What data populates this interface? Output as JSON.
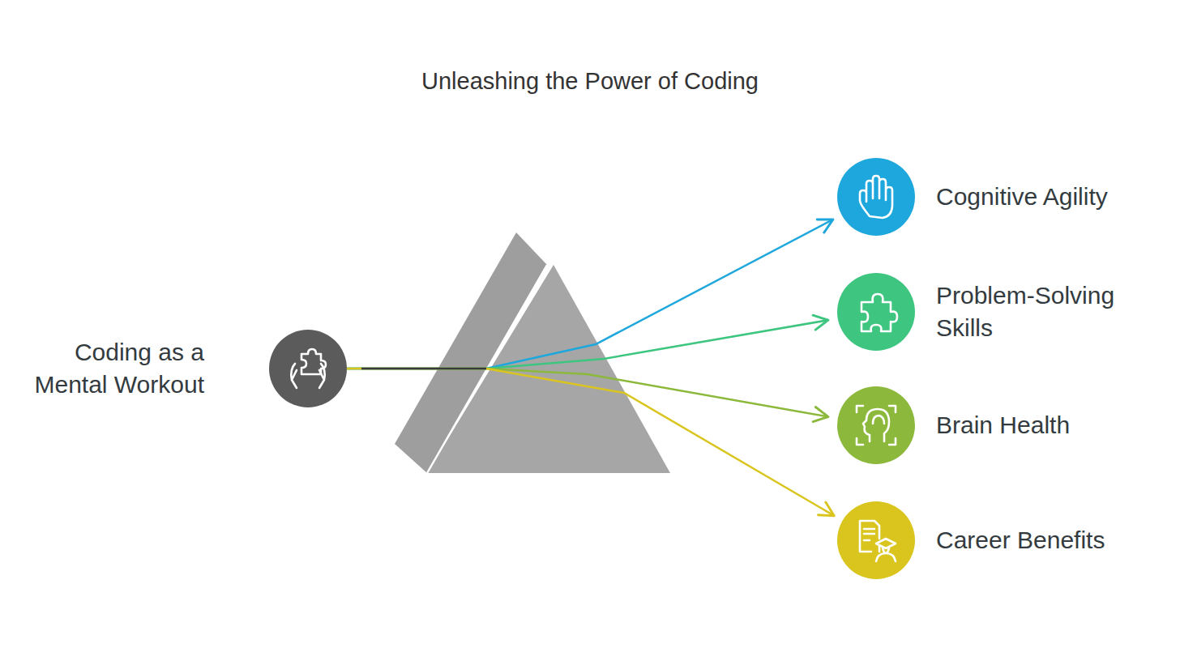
{
  "diagram": {
    "title": "Unleashing the Power of Coding",
    "nodes": [
      {
        "text": [
          "Coding as a Mental Workout"
        ]
      },
      {
        "text": [
          "Cognitive Agility"
        ]
      },
      {
        "text": [
          "Problem-Solving Skills"
        ]
      },
      {
        "text": [
          "Brain Health"
        ]
      },
      {
        "text": [
          "Career Benefits"
        ]
      }
    ],
    "edges": [
      {
        "from": 0,
        "to": 1,
        "arrow": "to"
      },
      {
        "from": 0,
        "to": 2,
        "arrow": "to"
      },
      {
        "from": 0,
        "to": 3,
        "arrow": "to"
      },
      {
        "from": 0,
        "to": 4,
        "arrow": "to"
      }
    ]
  }
}
